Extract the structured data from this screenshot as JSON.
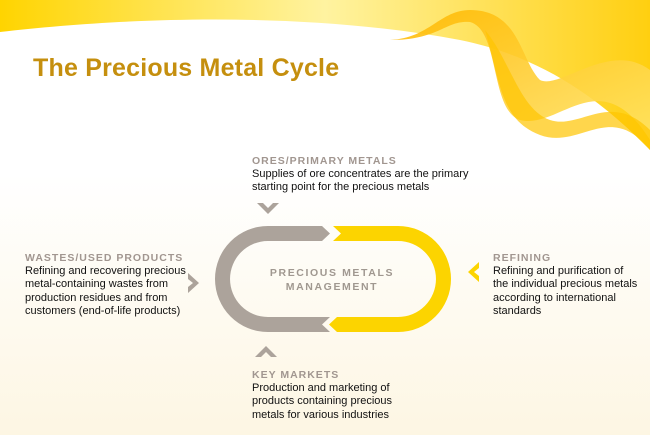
{
  "title": "The Precious Metal Cycle",
  "center": {
    "line1": "PRECIOUS METALS",
    "line2": "MANAGEMENT"
  },
  "nodes": {
    "ores": {
      "label": "ORES/PRIMARY METALS",
      "lines": [
        "Supplies of ore concentrates are the primary",
        "starting point for the precious metals"
      ]
    },
    "wastes": {
      "label": "WASTES/USED PRODUCTS",
      "lines": [
        "Refining and recovering precious",
        "metal-containing wastes from",
        "production residues and from",
        "customers (end-of-life products)"
      ]
    },
    "refining": {
      "label": "REFINING",
      "lines": [
        "Refining and purification of",
        "the individual precious metals",
        "according to international",
        "standards"
      ]
    },
    "markets": {
      "label": "KEY MARKETS",
      "lines": [
        "Production and marketing of",
        "products containing precious",
        "metals for various industries"
      ]
    }
  },
  "colors": {
    "gray": "#aca39b",
    "yellow": "#fcd400",
    "title": "#c58f0e"
  }
}
